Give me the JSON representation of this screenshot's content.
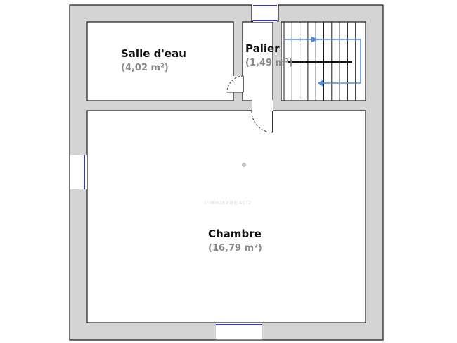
{
  "plan": {
    "rooms": [
      {
        "id": "salle-d-eau",
        "name": "Salle d'eau",
        "area": "(4,02 m²)"
      },
      {
        "id": "palier",
        "name": "Palier",
        "area": "(1,49 m²)"
      },
      {
        "id": "chambre",
        "name": "Chambre",
        "area": "(16,79 m²)"
      }
    ],
    "watermark": "L'IMMOBILIER.ACT2",
    "colors": {
      "wall_fill": "#d4d4d4",
      "wall_stroke": "#1a1a1a",
      "window": "#3a3ab0",
      "stair_arrow": "#4f8ee0",
      "door": "#333333"
    }
  }
}
